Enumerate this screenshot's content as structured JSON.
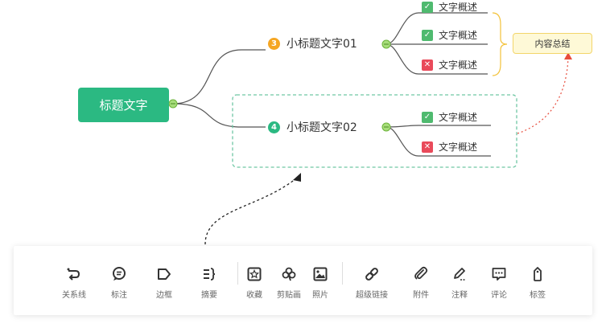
{
  "mindmap": {
    "root": "标题文字",
    "topics": [
      {
        "number": "3",
        "label": "小标题文字01",
        "badge_color": "#f5a623",
        "items": [
          {
            "status": "check",
            "label": "文字概述"
          },
          {
            "status": "check",
            "label": "文字概述"
          },
          {
            "status": "cross",
            "label": "文字概述"
          }
        ]
      },
      {
        "number": "4",
        "label": "小标题文字02",
        "badge_color": "#2bb982",
        "items": [
          {
            "status": "check",
            "label": "文字概述"
          },
          {
            "status": "cross",
            "label": "文字概述"
          }
        ]
      }
    ],
    "summary": "内容总结"
  },
  "toolbar": {
    "items": [
      {
        "icon": "relation-line-icon",
        "label": "关系线"
      },
      {
        "icon": "comment-bubble-icon",
        "label": "标注"
      },
      {
        "icon": "border-icon",
        "label": "边框"
      },
      {
        "icon": "summary-brace-icon",
        "label": "摘要"
      },
      {
        "icon": "favorite-icon",
        "label": "收藏"
      },
      {
        "icon": "clipart-icon",
        "label": "剪贴画"
      },
      {
        "icon": "photo-icon",
        "label": "照片"
      },
      {
        "icon": "hyperlink-icon",
        "label": "超级链接"
      },
      {
        "icon": "attachment-icon",
        "label": "附件"
      },
      {
        "icon": "note-pen-icon",
        "label": "注释"
      },
      {
        "icon": "comment-icon",
        "label": "评论"
      },
      {
        "icon": "tag-icon",
        "label": "标签"
      }
    ]
  },
  "colors": {
    "accent": "#2bb982",
    "warning": "#f5a623",
    "check": "#4fba6f",
    "cross": "#e94a5a",
    "relation": "#e74c3c"
  }
}
